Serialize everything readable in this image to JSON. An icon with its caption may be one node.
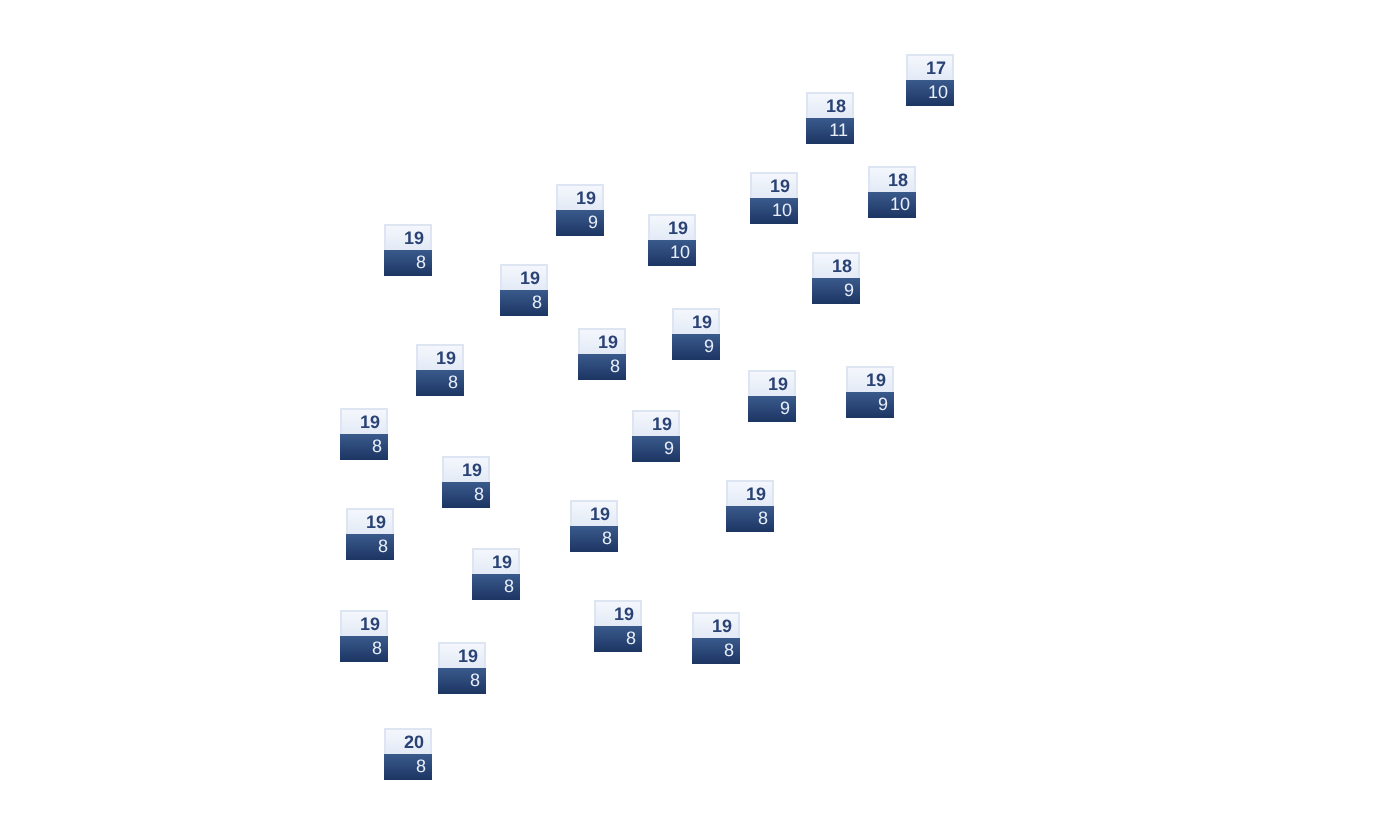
{
  "diagram": {
    "nodes": [
      {
        "text": [
          "17",
          "10"
        ]
      },
      {
        "text": [
          "18",
          "11"
        ]
      },
      {
        "text": [
          "19",
          "10"
        ]
      },
      {
        "text": [
          "18",
          "10"
        ]
      },
      {
        "text": [
          "19",
          "9"
        ]
      },
      {
        "text": [
          "19",
          "10"
        ]
      },
      {
        "text": [
          "19",
          "8"
        ]
      },
      {
        "text": [
          "18",
          "9"
        ]
      },
      {
        "text": [
          "19",
          "8"
        ]
      },
      {
        "text": [
          "19",
          "9"
        ]
      },
      {
        "text": [
          "19",
          "8"
        ]
      },
      {
        "text": [
          "19",
          "8"
        ]
      },
      {
        "text": [
          "19",
          "9"
        ]
      },
      {
        "text": [
          "19",
          "9"
        ]
      },
      {
        "text": [
          "19",
          "8"
        ]
      },
      {
        "text": [
          "19",
          "9"
        ]
      },
      {
        "text": [
          "19",
          "8"
        ]
      },
      {
        "text": [
          "19",
          "8"
        ]
      },
      {
        "text": [
          "19",
          "8"
        ]
      },
      {
        "text": [
          "19",
          "8"
        ]
      },
      {
        "text": [
          "19",
          "8"
        ]
      },
      {
        "text": [
          "19",
          "8"
        ]
      },
      {
        "text": [
          "19",
          "8"
        ]
      },
      {
        "text": [
          "19",
          "8"
        ]
      },
      {
        "text": [
          "19",
          "8"
        ]
      },
      {
        "text": [
          "20",
          "8"
        ]
      }
    ]
  }
}
